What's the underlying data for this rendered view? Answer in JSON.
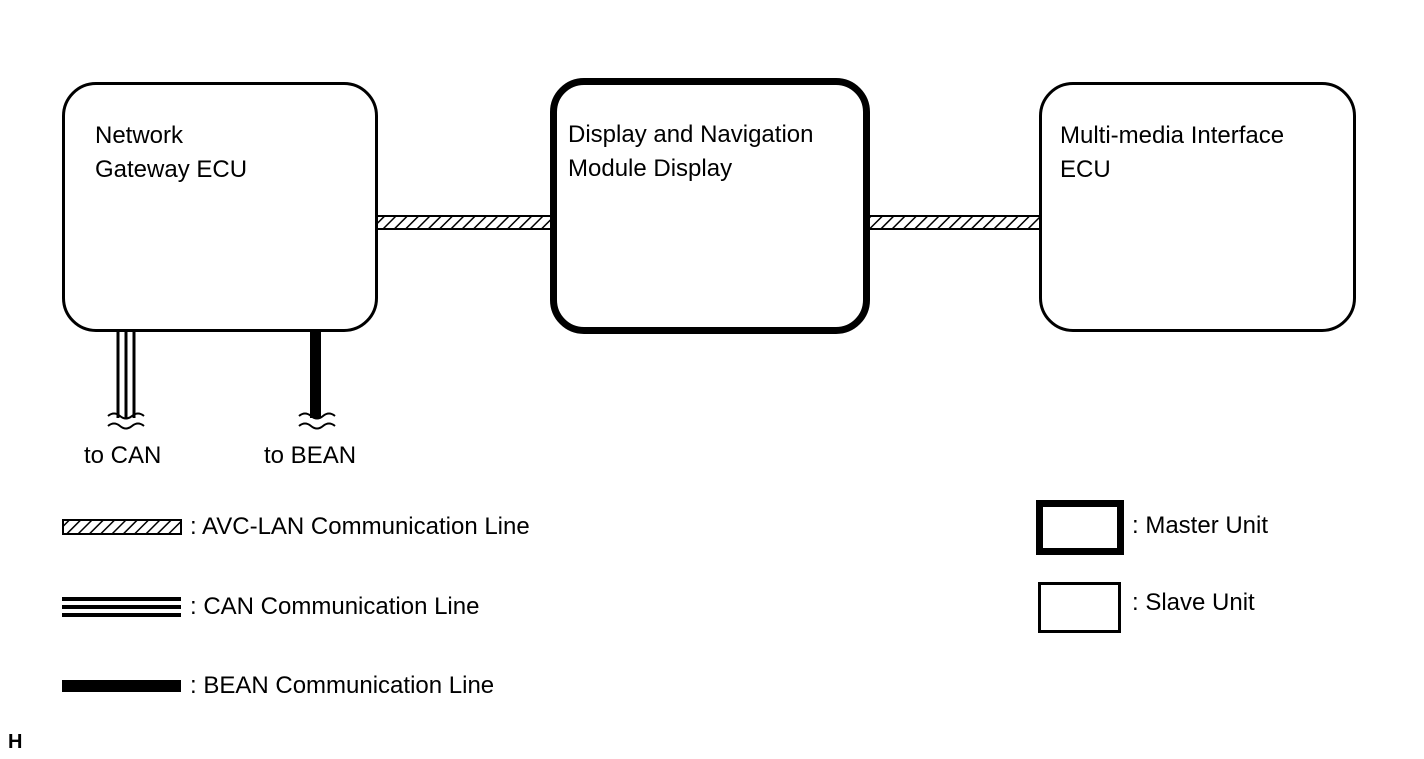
{
  "units": {
    "gateway": {
      "name": "Network\nGateway ECU",
      "role": "slave"
    },
    "display": {
      "name": "Display and Navigation\nModule Display",
      "role": "master"
    },
    "multimedia": {
      "name": "Multi-media Interface\nECU",
      "role": "slave"
    }
  },
  "external_links": {
    "can": "to CAN",
    "bean": "to BEAN"
  },
  "legend": {
    "avc_lan": ": AVC-LAN Communication Line",
    "can": ": CAN Communication Line",
    "bean": ": BEAN Communication Line",
    "master": ": Master Unit",
    "slave": ": Slave Unit"
  },
  "corner_mark": "H"
}
